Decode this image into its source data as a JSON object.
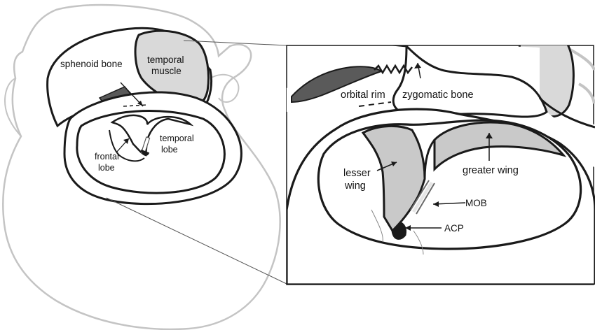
{
  "overview": {
    "labels": {
      "sphenoid_bone": "sphenoid bone",
      "temporal_muscle_line1": "temporal",
      "temporal_muscle_line2": "muscle",
      "temporal_lobe_line1": "temporal",
      "temporal_lobe_line2": "lobe",
      "frontal_lobe_line1": "frontal",
      "frontal_lobe_line2": "lobe"
    }
  },
  "detail": {
    "labels": {
      "orbital_rim": "orbital rim",
      "zygomatic_bone": "zygomatic bone",
      "lesser_wing_line1": "lesser",
      "lesser_wing_line2": "wing",
      "greater_wing": "greater wing",
      "mob": "MOB",
      "acp": "ACP"
    }
  },
  "colors": {
    "outline": "#1a1a1a",
    "head_outline": "#c4c4c4",
    "bone_fill": "#c9c9c9",
    "dark_fill": "#5a5a5a",
    "inner_outline": "#d0d0d0"
  }
}
